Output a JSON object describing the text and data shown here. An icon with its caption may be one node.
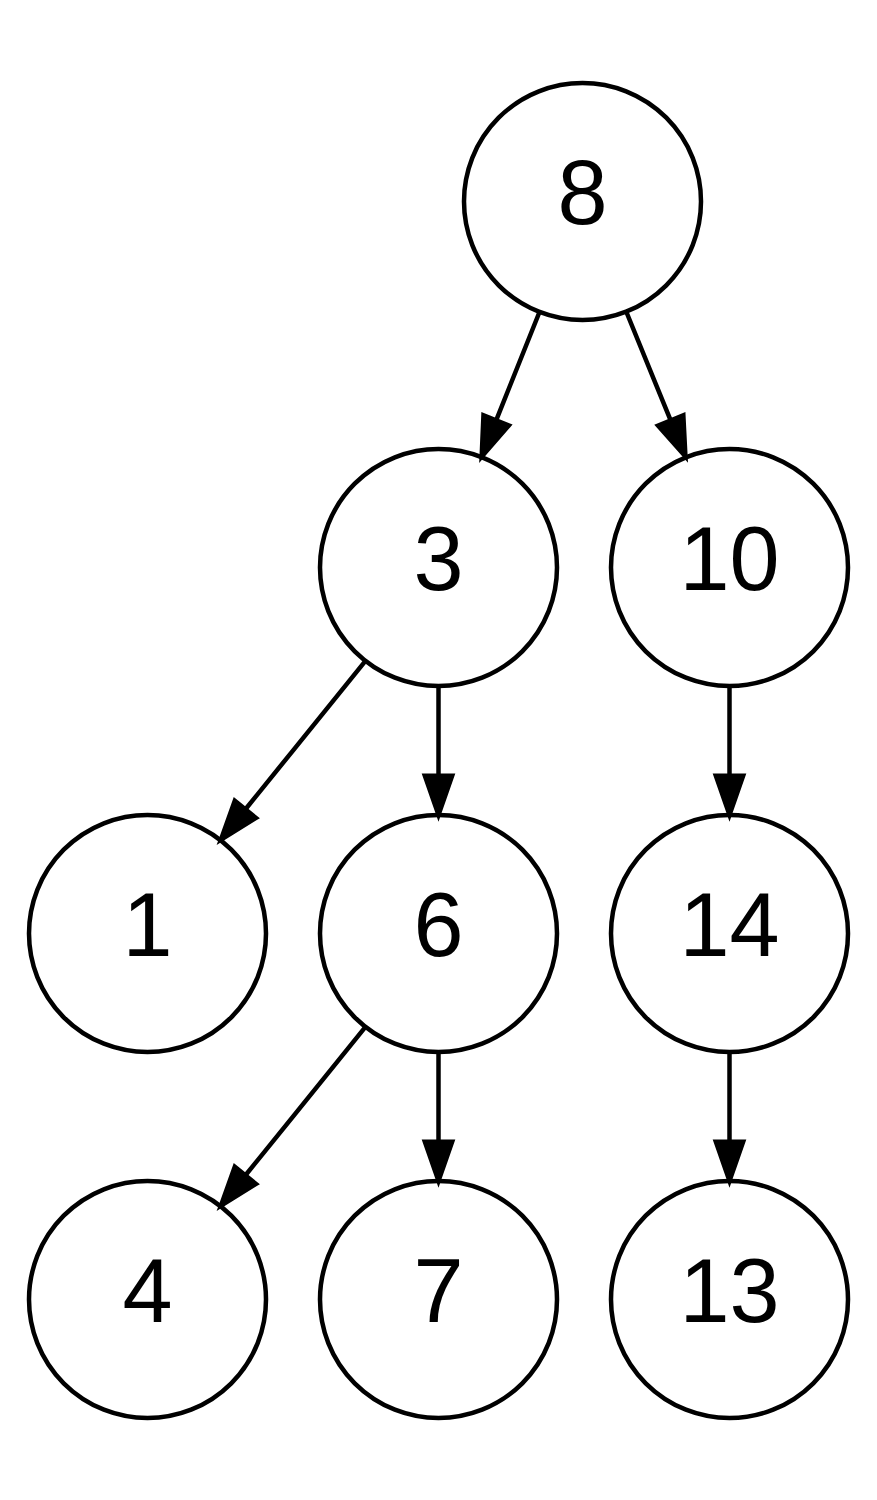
{
  "diagram": {
    "nodes": [
      {
        "text": [
          "8"
        ]
      },
      {
        "text": [
          "3"
        ]
      },
      {
        "text": [
          "10"
        ]
      },
      {
        "text": [
          "1"
        ]
      },
      {
        "text": [
          "6"
        ]
      },
      {
        "text": [
          "14"
        ]
      },
      {
        "text": [
          "4"
        ]
      },
      {
        "text": [
          "7"
        ]
      },
      {
        "text": [
          "13"
        ]
      }
    ],
    "edges": [
      {
        "from": 0,
        "to": 1,
        "arrow": "to"
      },
      {
        "from": 0,
        "to": 2,
        "arrow": "to"
      },
      {
        "from": 1,
        "to": 3,
        "arrow": "to"
      },
      {
        "from": 1,
        "to": 4,
        "arrow": "to"
      },
      {
        "from": 2,
        "to": 5,
        "arrow": "to"
      },
      {
        "from": 4,
        "to": 6,
        "arrow": "to"
      },
      {
        "from": 4,
        "to": 7,
        "arrow": "to"
      },
      {
        "from": 5,
        "to": 8,
        "arrow": "to"
      }
    ]
  }
}
